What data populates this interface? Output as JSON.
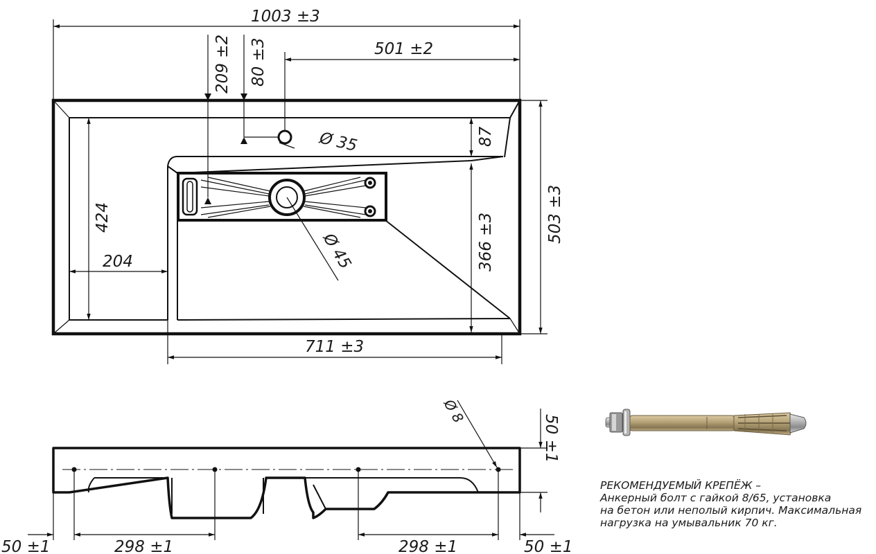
{
  "top_view": {
    "overall_width": "1003 ±3",
    "tap_offset_right": "501 ±2",
    "tap_from_back": "80 ±3",
    "drain_from_back": "209 ±2",
    "tap_hole_diameter": "Ø 35",
    "drain_diameter": "Ø 45",
    "back_ledge": "87",
    "overall_depth": "503 ±3",
    "bowl_depth": "366 ±3",
    "shelf_depth": "424",
    "shelf_width": "204",
    "bowl_width": "711 ±3"
  },
  "side_view": {
    "height": "50 ±1",
    "mount_hole_diameter": "Ø 8",
    "left_margin": "50 ±1",
    "left_spacing": "298 ±1",
    "right_spacing": "298 ±1",
    "right_margin": "50 ±1"
  },
  "fastener": {
    "photo_icon": "anchor-bolt-photo",
    "note_lines": [
      "РЕКОМЕНДУЕМЫЙ КРЕПЁЖ –",
      "Анкерный болт с гайкой 8/65, установка",
      "на бетон или неполый кирпич. Максимальная",
      "нагрузка на умывальник 70 кг."
    ]
  }
}
